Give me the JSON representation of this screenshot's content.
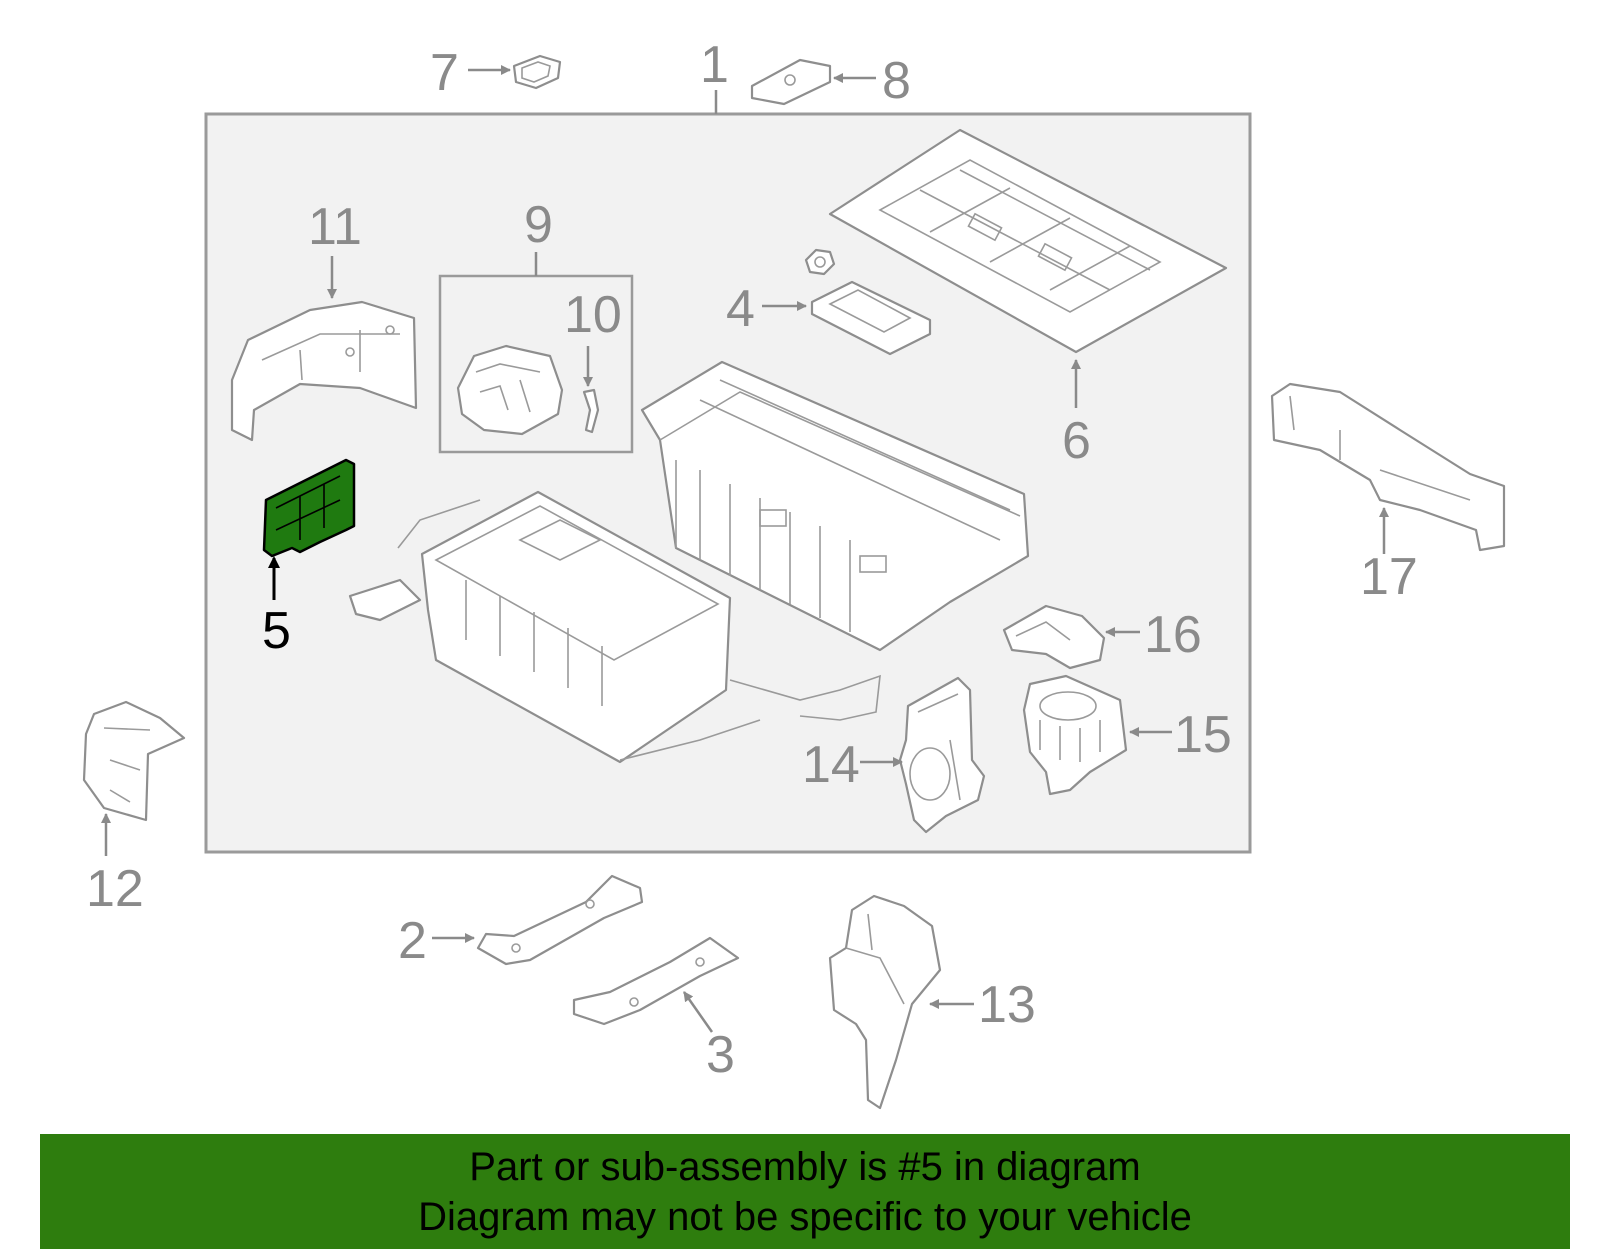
{
  "callouts": {
    "c1": "1",
    "c2": "2",
    "c3": "3",
    "c4": "4",
    "c5": "5",
    "c6": "6",
    "c7": "7",
    "c8": "8",
    "c9": "9",
    "c10": "10",
    "c11": "11",
    "c12": "12",
    "c13": "13",
    "c14": "14",
    "c15": "15",
    "c16": "16",
    "c17": "17"
  },
  "highlighted_part": "5",
  "colors": {
    "highlight": "#1f7a10",
    "line": "#8e8e8e",
    "banner": "#2e7d0e"
  },
  "banner": {
    "line1": "Part or sub-assembly is #5 in diagram",
    "line2": "Diagram may not be specific to your vehicle"
  }
}
